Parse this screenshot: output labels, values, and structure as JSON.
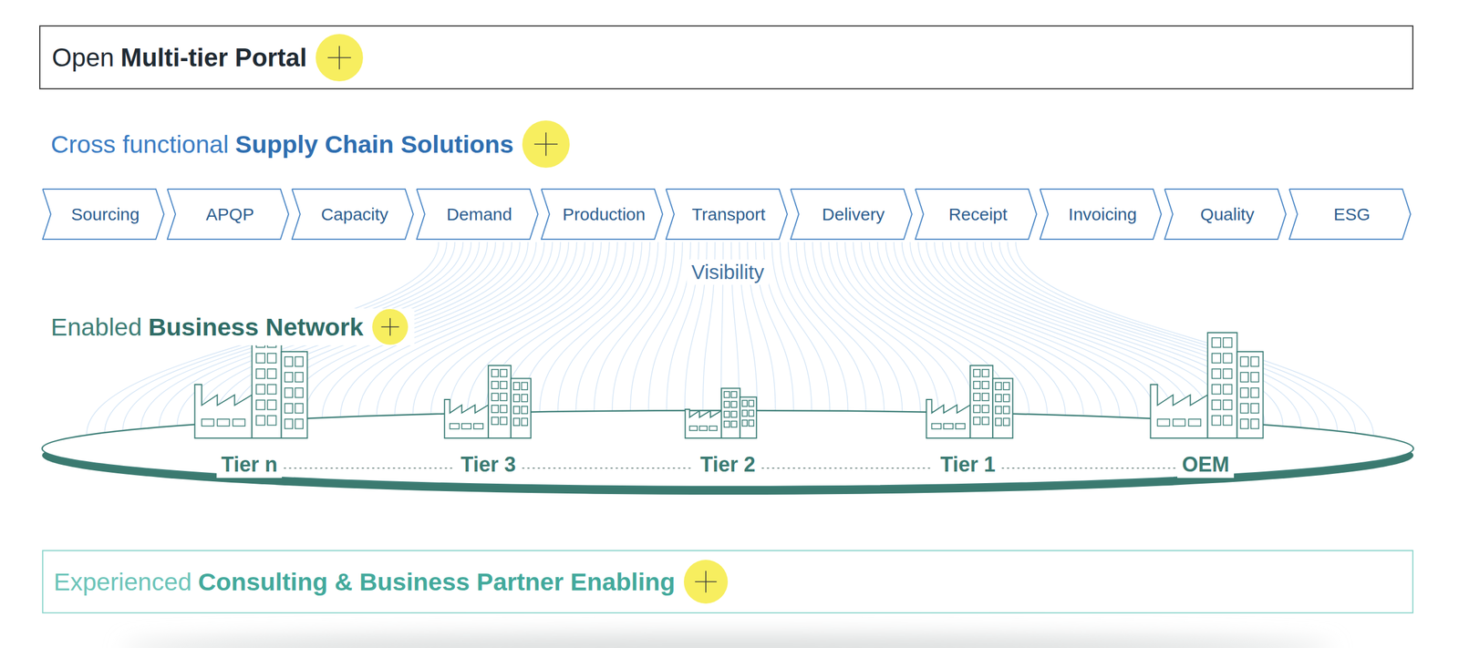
{
  "diagram": {
    "nodes": [
      {
        "text": [
          "Open",
          "Multi-tier Portal"
        ]
      },
      {
        "text": [
          "Cross functional",
          "Supply Chain Solutions"
        ]
      },
      {
        "text": [
          "Sourcing"
        ],
        "in": 1
      },
      {
        "text": [
          "APQP"
        ],
        "in": 1
      },
      {
        "text": [
          "Capacity"
        ],
        "in": 1
      },
      {
        "text": [
          "Demand"
        ],
        "in": 1
      },
      {
        "text": [
          "Production"
        ],
        "in": 1
      },
      {
        "text": [
          "Transport"
        ],
        "in": 1
      },
      {
        "text": [
          "Delivery"
        ],
        "in": 1
      },
      {
        "text": [
          "Receipt"
        ],
        "in": 1
      },
      {
        "text": [
          "Invoicing"
        ],
        "in": 1
      },
      {
        "text": [
          "Quality"
        ],
        "in": 1
      },
      {
        "text": [
          "ESG"
        ],
        "in": 1
      },
      {
        "text": [
          "Enabled",
          "Business Network"
        ]
      },
      {
        "text": [
          "Experienced",
          "Consulting & Business Partner Enabling"
        ]
      }
    ],
    "labels": [
      "Visibility",
      "Tier n",
      "Tier 3",
      "Tier 2",
      "Tier 1",
      "OEM"
    ]
  }
}
